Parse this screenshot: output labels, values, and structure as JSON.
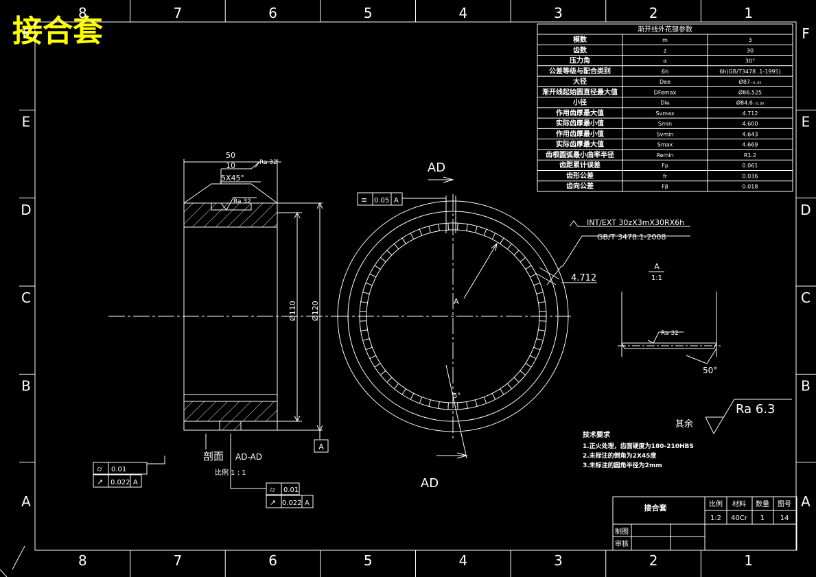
{
  "title": "接合套",
  "colors": {
    "background": "#000000",
    "line": "#ffffff",
    "title": "#ffff00"
  },
  "border": {
    "top_numbers": [
      "8",
      "7",
      "6",
      "5",
      "4",
      "3",
      "2",
      "1"
    ],
    "side_letters": [
      "F",
      "E",
      "D",
      "C",
      "B",
      "A"
    ]
  },
  "params_table": {
    "heading": "渐开线外花键参数",
    "rows": [
      [
        "模数",
        "m",
        "3"
      ],
      [
        "齿数",
        "z",
        "30"
      ],
      [
        "压力角",
        "α",
        "30°"
      ],
      [
        "公差等级与配合类别",
        "6h",
        "6h(GB/T3478 .1-1995)"
      ],
      [
        "大径",
        "Dee",
        "Ø87₋₀.₃₅"
      ],
      [
        "渐开线起始圆直径最大值",
        "DFemax",
        "Ø86.525"
      ],
      [
        "小径",
        "Die",
        "Ø84.6₋₀.₃₀"
      ],
      [
        "作用齿厚最大值",
        "Svmax",
        "4.712"
      ],
      [
        "实际齿厚最小值",
        "Smin",
        "4.600"
      ],
      [
        "作用齿厚最小值",
        "Svmin",
        "4.643"
      ],
      [
        "实际齿厚最大值",
        "Smax",
        "4.669"
      ],
      [
        "齿根圆弧最小曲率半径",
        "Remin",
        "R1.2"
      ],
      [
        "齿距累计误差",
        "Fp",
        "0.061"
      ],
      [
        "齿形公差",
        "fr",
        "0.036"
      ],
      [
        "齿向公差",
        "Fβ",
        "0.018"
      ]
    ]
  },
  "section_view": {
    "dim_50": "50",
    "dim_10": "10",
    "chamfer": "5X45°",
    "ra_top": "Ra  32",
    "ra_mid": "Ra  32",
    "dia_110": "Ø110",
    "dia_120": "Ø120",
    "datum_a": "A",
    "label_section": "剖面",
    "label_adad": "AD-AD",
    "label_scale": "比例  1 : 1",
    "fcf1": {
      "sym": "⌭",
      "val": "0.01"
    },
    "fcf2": {
      "sym": "↗",
      "val": "0.022",
      "datum": "A"
    },
    "fcf3": {
      "sym": "⌭",
      "val": "0.01"
    },
    "fcf4": {
      "sym": "↗",
      "val": "0.022",
      "datum": "A"
    }
  },
  "front_view": {
    "ad_top": "AD",
    "ad_bottom": "AD",
    "center_label": "A",
    "sym_tol": {
      "sym": "≡",
      "val": "0.05",
      "datum": "A"
    },
    "spline_spec": "INT/EXT 30zX3mX30RX6h",
    "spline_std": "GB/T 3478.1-2008",
    "dim_4712": "4.712",
    "angle_label": "5°"
  },
  "detail_view": {
    "label": "A",
    "scale": "1:1",
    "ra": "Ra  32",
    "angle": "50°"
  },
  "roughness": {
    "label": "其余",
    "value": "Ra  6.3"
  },
  "tech_notes": {
    "title": "技术要求",
    "items": [
      "1.正火处理，齿面硬度为180-210HBS",
      "2.未标注的倒角为2X45度",
      "3.未标注的圆角半径为2mm"
    ]
  },
  "title_block": {
    "part_name": "接合套",
    "headers": [
      "比例",
      "材料",
      "数量",
      "图号"
    ],
    "values": [
      "1:2",
      "40Cr",
      "1",
      "14"
    ],
    "drawn": "制图",
    "checked": "审核"
  }
}
